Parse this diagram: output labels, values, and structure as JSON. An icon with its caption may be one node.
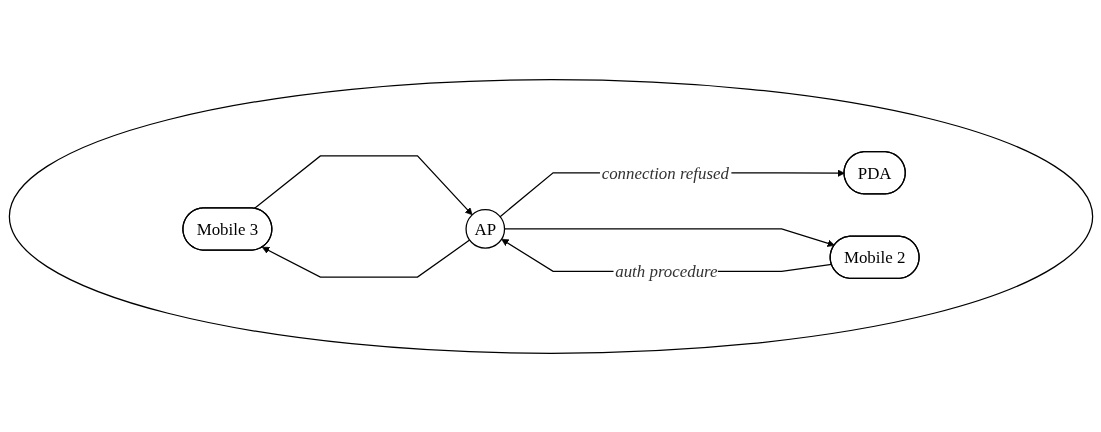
{
  "diagram": {
    "nodes": [
      {
        "text": [],
        "shape": "ellipse"
      },
      {
        "text": [
          "Mobile 3"
        ],
        "in": 0
      },
      {
        "text": [
          "PDA"
        ],
        "in": 0
      },
      {
        "text": [
          "AP"
        ],
        "in": 0
      },
      {
        "text": [
          "Mobile 2"
        ],
        "in": 0
      }
    ],
    "edges": [
      {
        "from": 1,
        "to": 3,
        "arrow": "to"
      },
      {
        "from": 3,
        "to": 1,
        "arrow": "to"
      },
      {
        "from": 3,
        "to": 2,
        "arrow": "to",
        "label": "connection refused"
      },
      {
        "from": 3,
        "to": 4,
        "arrow": "to"
      },
      {
        "from": 4,
        "to": 3,
        "arrow": "to",
        "label": "auth procedure"
      }
    ]
  }
}
